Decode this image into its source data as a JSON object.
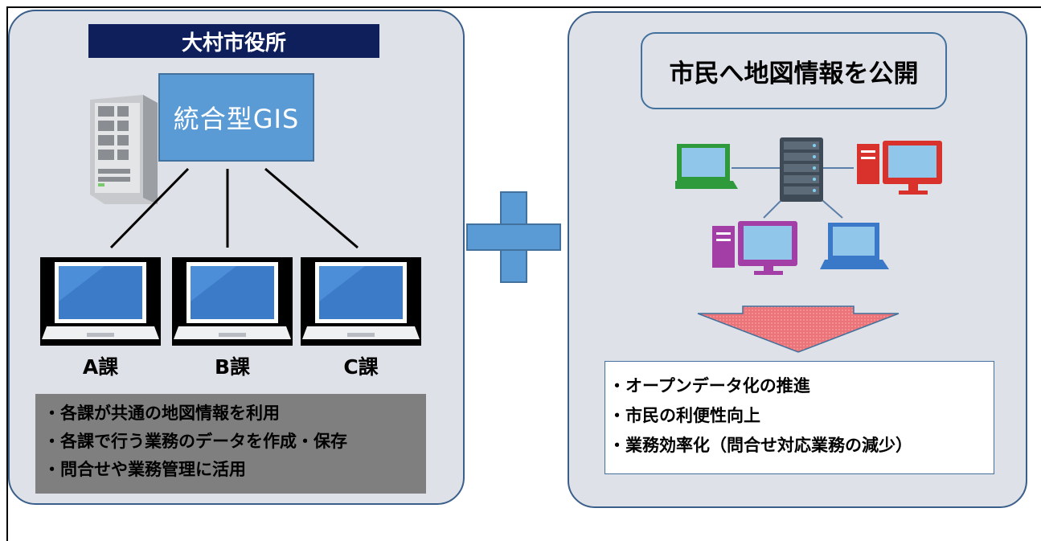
{
  "left_panel": {
    "title": "大村市役所",
    "gis_label": "統合型GIS",
    "departments": [
      "A課",
      "B課",
      "C課"
    ],
    "notes": [
      "・各課が共通の地図情報を利用",
      "・各課で行う業務のデータを作成・保存",
      "・問合せや業務管理に活用"
    ]
  },
  "right_panel": {
    "title": "市民へ地図情報を公開",
    "effects": [
      "・オープンデータ化の推進",
      "・市民の利便性向上",
      "・業務効率化（問合せ対応業務の減少）"
    ]
  },
  "colors": {
    "panel_bg": "#dfe1e8",
    "panel_border": "#3a5f8a",
    "title_bar": "#0f1f5c",
    "gis_box": "#5b9bd5",
    "plus": "#5b9bd5",
    "arrow": "#ea7478"
  }
}
